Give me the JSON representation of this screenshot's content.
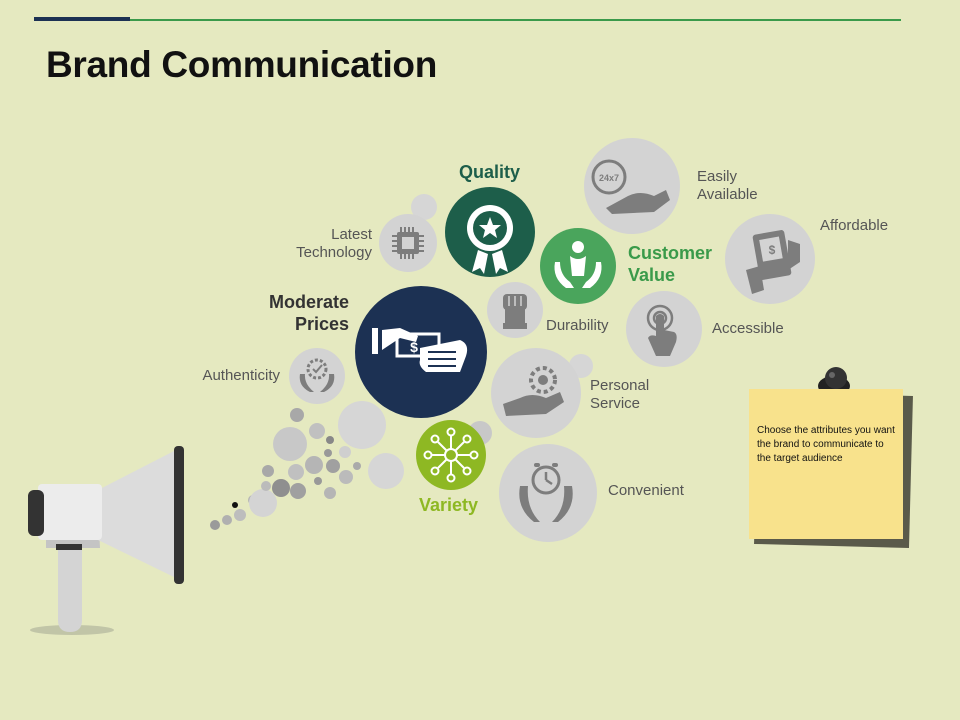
{
  "title": "Brand Communication",
  "colors": {
    "background": "#e5e9c0",
    "navy": "#1c3153",
    "teal": "#1d5e4a",
    "green": "#4aa55c",
    "olive": "#8eb823",
    "grey": "#d3d3d3",
    "note": "#f8e28c"
  },
  "labels": {
    "quality": "Quality",
    "customer_value": [
      "Customer",
      "Value"
    ],
    "moderate_prices": [
      "Moderate",
      "Prices"
    ],
    "variety": "Variety",
    "latest_technology": [
      "Latest",
      "Technology"
    ],
    "easily_available": [
      "Easily",
      "Available"
    ],
    "affordable": "Affordable",
    "accessible": "Accessible",
    "durability": "Durability",
    "authenticity": "Authenticity",
    "personal_service": [
      "Personal",
      "Service"
    ],
    "convenient": "Convenient"
  },
  "icon_text": {
    "easily_available": "24x7",
    "moderate_prices": "$"
  },
  "note_text": "Choose the attributes you want the brand to communicate to the target audience"
}
